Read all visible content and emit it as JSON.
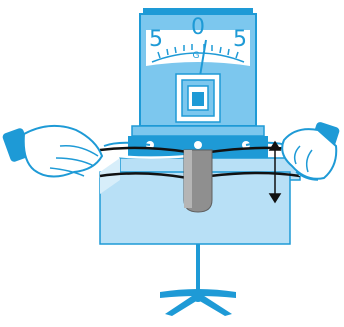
{
  "colors": {
    "stroke": "#1e9ad6",
    "fill_light": "#b8e0f6",
    "fill_mid": "#7cc7ee",
    "fill_dark": "#1e9ad6",
    "coil_white": "#ffffff",
    "black": "#111111",
    "magnet_gray": "#8f8f8f"
  },
  "galvanometer": {
    "scale_left": "5",
    "scale_center": "0",
    "scale_right": "5",
    "unit_symbol": "G"
  },
  "icons": {
    "galvanometer": "galvanometer-icon",
    "bar_magnet": "bar-magnet-icon",
    "coil": "coil-icon",
    "left_hand": "left-hand-icon",
    "right_hand": "right-hand-icon",
    "motion_arrow": "double-arrow-icon",
    "stand": "tripod-stand-icon"
  }
}
